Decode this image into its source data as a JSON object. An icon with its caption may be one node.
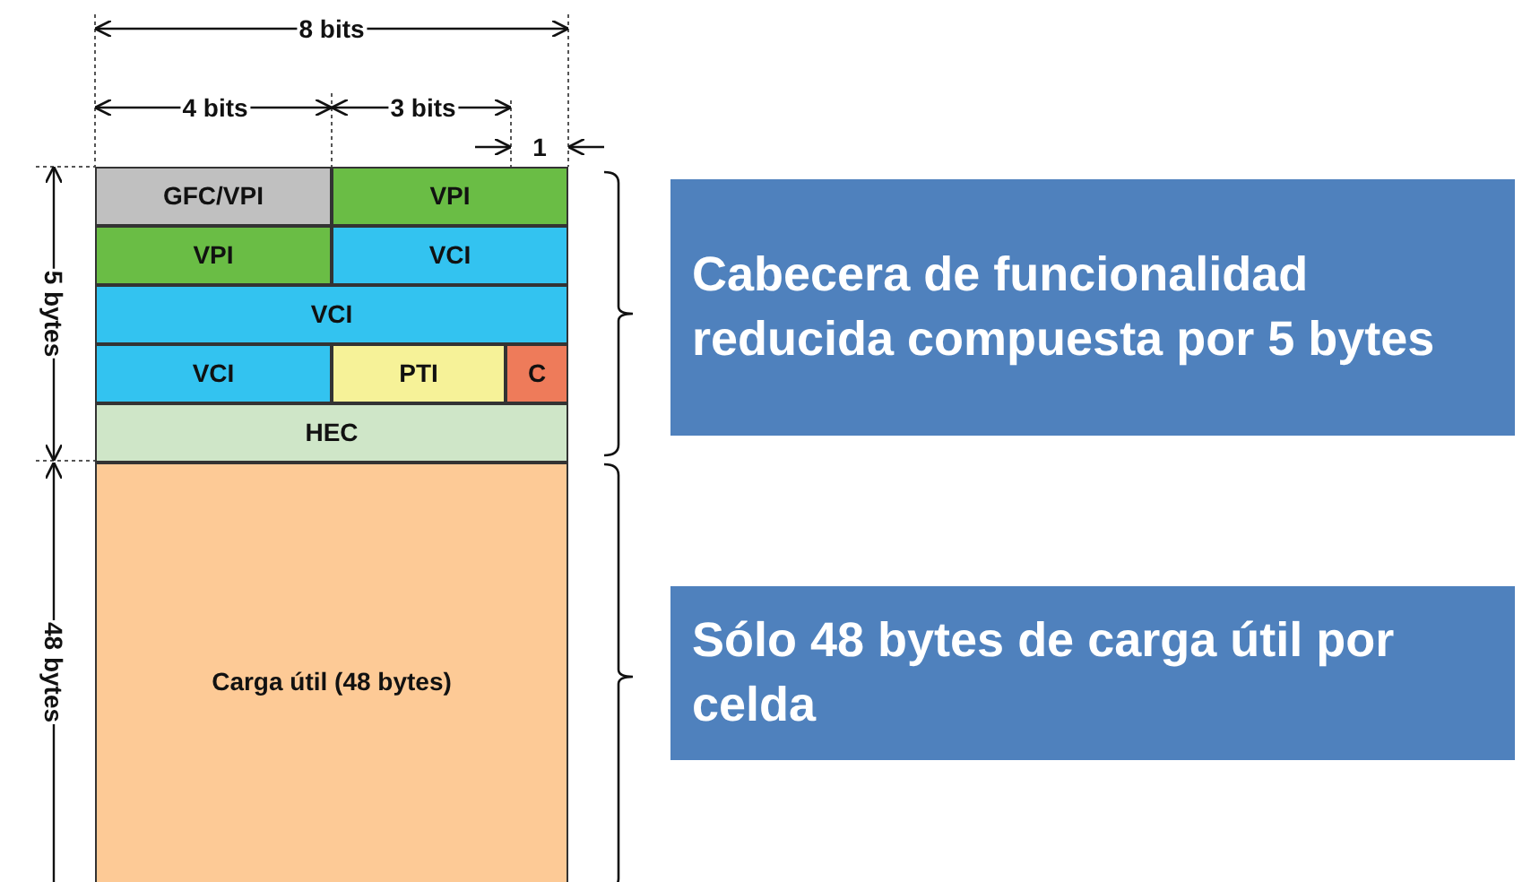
{
  "diagram": {
    "nodes": [
      {
        "text": [
          "GFC/VPI"
        ]
      },
      {
        "text": [
          "VPI"
        ]
      },
      {
        "text": [
          "VPI"
        ]
      },
      {
        "text": [
          "VCI"
        ]
      },
      {
        "text": [
          "VCI"
        ]
      },
      {
        "text": [
          "VCI"
        ]
      },
      {
        "text": [
          "PTI"
        ]
      },
      {
        "text": [
          "C"
        ]
      },
      {
        "text": [
          "HEC"
        ]
      },
      {
        "text": [
          "Carga útil (48 bytes)"
        ]
      },
      {
        "text": [
          "Cabecera de funcionalidad reducida compuesta por 5 bytes"
        ]
      },
      {
        "text": [
          "Sólo 48 bytes de carga útil por celda"
        ]
      }
    ],
    "labels": [
      "8 bits",
      "4 bits",
      "3 bits",
      "1",
      "5 bytes",
      "48 bytes"
    ]
  }
}
